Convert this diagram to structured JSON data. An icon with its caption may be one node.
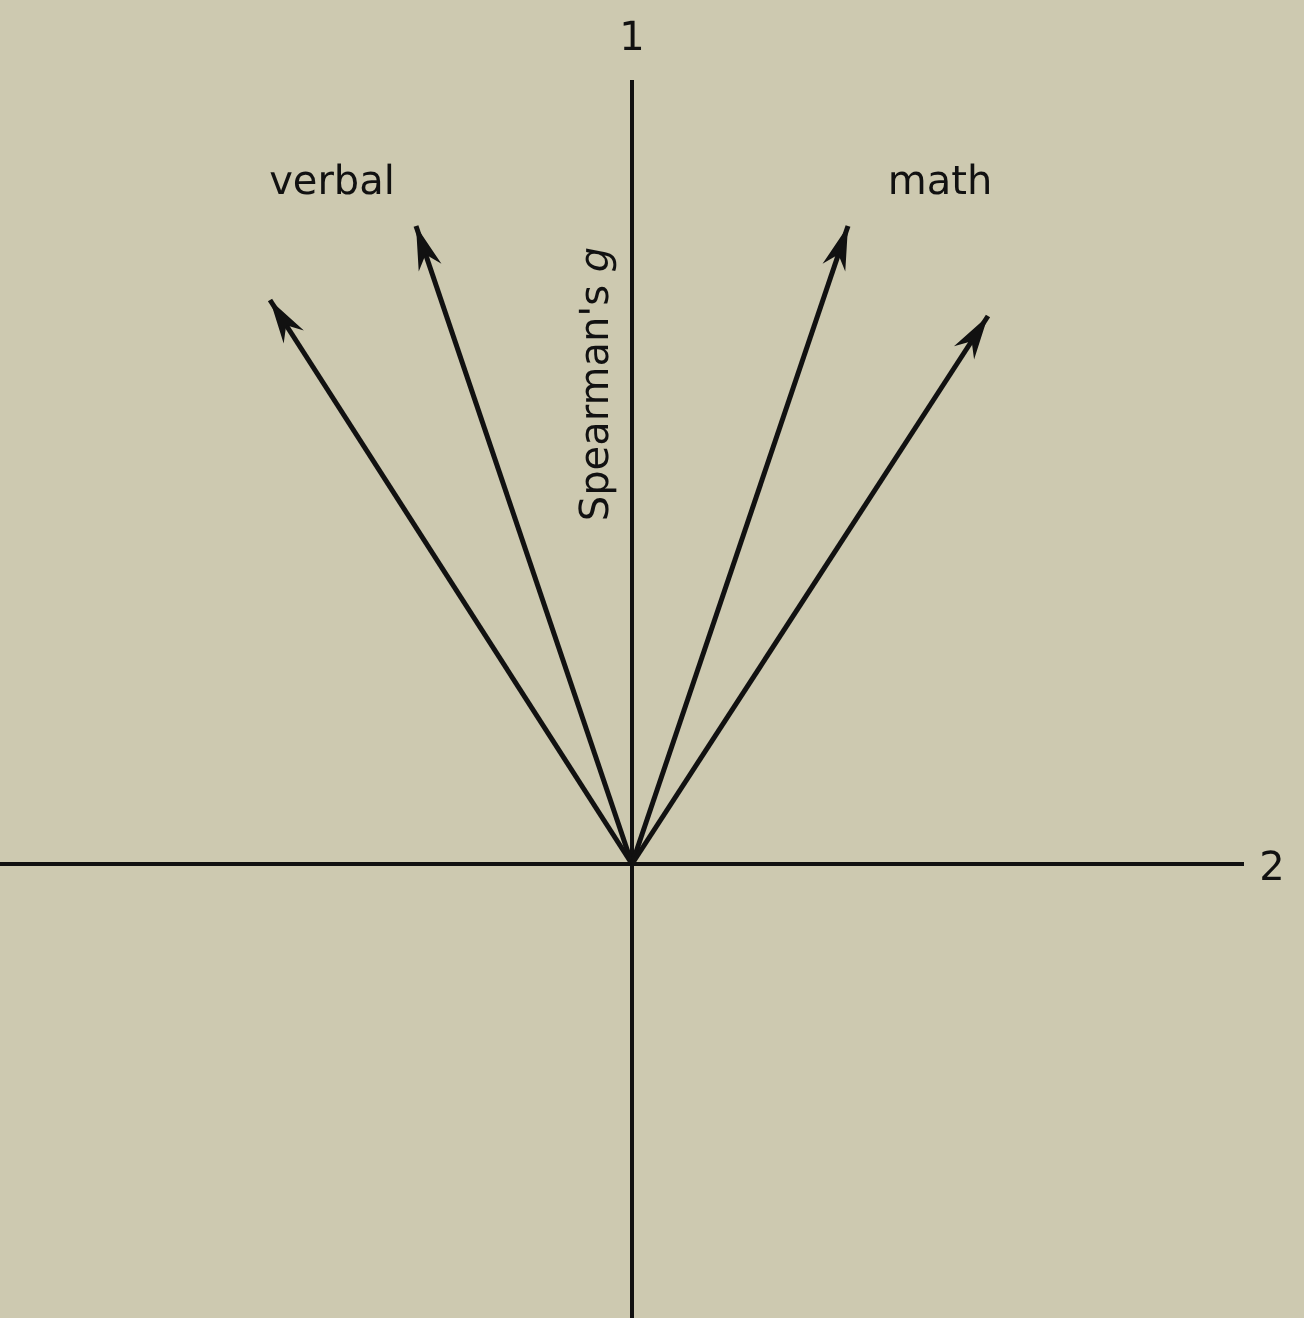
{
  "diagram": {
    "labels": [
      "1",
      "verbal",
      "math",
      "Spearman's *g*",
      "2"
    ]
  }
}
